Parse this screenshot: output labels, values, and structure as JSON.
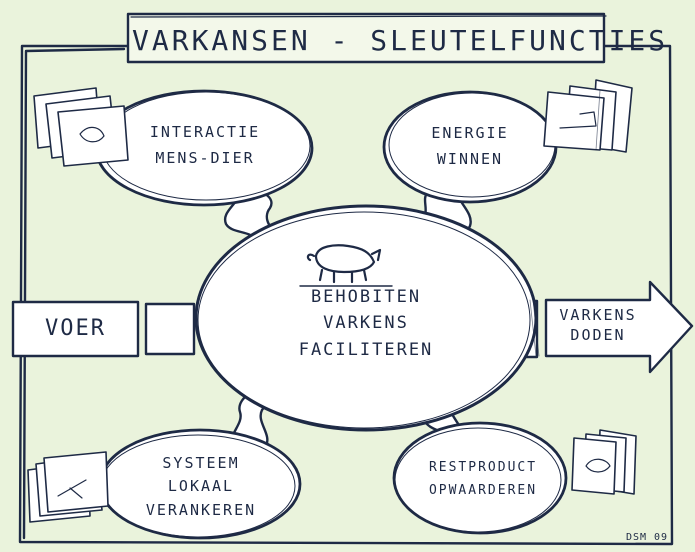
{
  "title": "VARKANSEN - SLEUTELFUNCTIES",
  "input": "VOER",
  "output": {
    "lines": [
      "VARKENS",
      "DODEN"
    ]
  },
  "center": {
    "lines": [
      "BEHOBITEN",
      "VARKENS",
      "FACILITEREN"
    ]
  },
  "nodes": {
    "top_left": {
      "lines": [
        "INTERACTIE",
        "MENS-DIER"
      ]
    },
    "top_right": {
      "lines": [
        "ENERGIE",
        "WINNEN"
      ]
    },
    "bottom_left": {
      "lines": [
        "SYSTEEM",
        "LOKAAL",
        "VERANKEREN"
      ]
    },
    "bottom_right": {
      "lines": [
        "RESTPRODUCT",
        "OPWAARDEREN"
      ]
    }
  },
  "signature": "DSM 09",
  "colors": {
    "ink": "#1e2a45",
    "paper": "#eaf3dc",
    "fill": "#ffffff"
  }
}
